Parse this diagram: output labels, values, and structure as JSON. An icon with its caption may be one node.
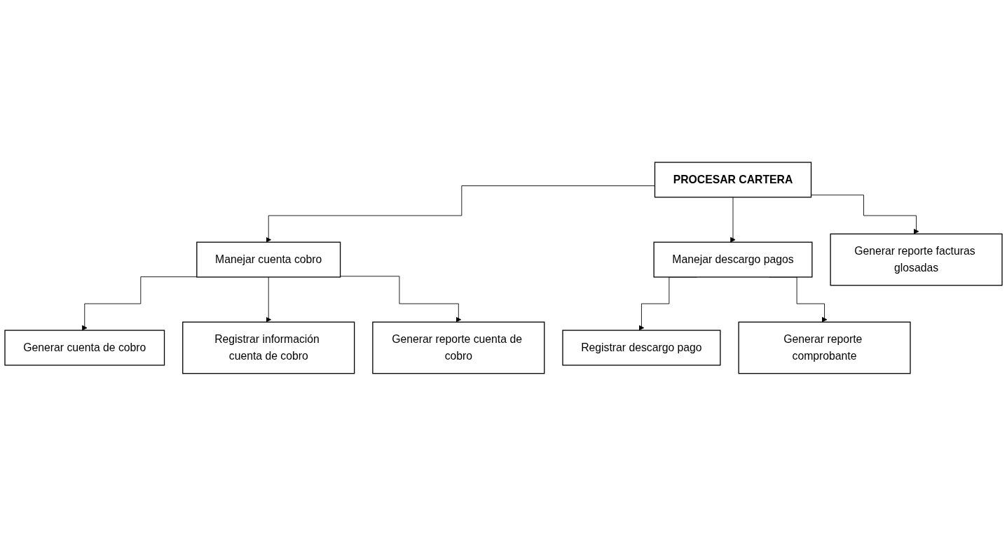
{
  "diagram": {
    "nodes": [
      {
        "text": [
          "PROCESAR CARTERA"
        ]
      },
      {
        "text": [
          "Manejar cuenta cobro"
        ]
      },
      {
        "text": [
          "Manejar descargo pagos"
        ]
      },
      {
        "text": [
          "Generar reporte facturas glosadas"
        ]
      },
      {
        "text": [
          "Generar cuenta de cobro"
        ]
      },
      {
        "text": [
          "Registrar información cuenta de cobro"
        ]
      },
      {
        "text": [
          "Generar reporte cuenta de cobro"
        ]
      },
      {
        "text": [
          "Registrar descargo pago"
        ]
      },
      {
        "text": [
          "Generar reporte comprobante"
        ]
      }
    ],
    "edges": [
      {
        "from": 0,
        "to": 1,
        "arrow": "to"
      },
      {
        "from": 0,
        "to": 2,
        "arrow": "to"
      },
      {
        "from": 0,
        "to": 3,
        "arrow": "to"
      },
      {
        "from": 1,
        "to": 4,
        "arrow": "to"
      },
      {
        "from": 1,
        "to": 5,
        "arrow": "to"
      },
      {
        "from": 1,
        "to": 6,
        "arrow": "to"
      },
      {
        "from": 2,
        "to": 7,
        "arrow": "to"
      },
      {
        "from": 2,
        "to": 8,
        "arrow": "to"
      }
    ]
  }
}
